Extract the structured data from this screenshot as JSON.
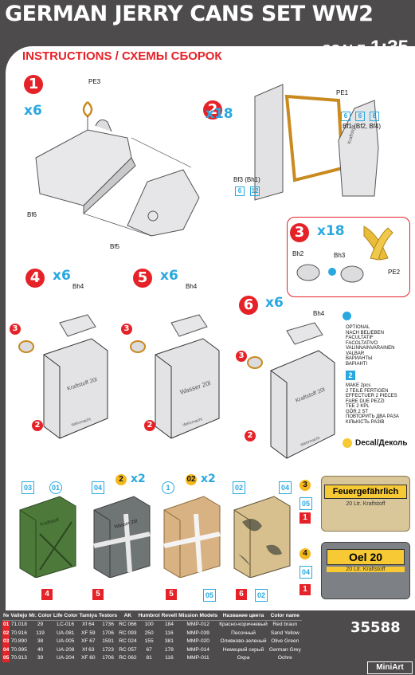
{
  "header": {
    "title": "GERMAN JERRY CANS SET WW2",
    "scale_label": "SCALE",
    "scale_value": "1:35"
  },
  "instructions": {
    "en": "INSTRUCTIONS",
    "separator": "/",
    "ru": "СХЕМЫ СБОРОК"
  },
  "steps": [
    {
      "num": "1",
      "qty": "x6",
      "parts": [
        "PE3",
        "Bf6",
        "Bf5"
      ]
    },
    {
      "num": "2",
      "qty": "x18",
      "parts": [
        "PE1",
        "Bf1 (Bf2, Bf4)",
        "Bf3 (Bh1)"
      ],
      "alt_counts": [
        "6",
        "6",
        "6",
        "6",
        "12"
      ]
    },
    {
      "num": "3",
      "qty": "x18",
      "parts": [
        "Bh2",
        "Bh3",
        "PE2"
      ]
    },
    {
      "num": "4",
      "qty": "x6",
      "parts": [
        "Bh4"
      ],
      "refs": [
        "3",
        "2"
      ]
    },
    {
      "num": "5",
      "qty": "x6",
      "parts": [
        "Bh4"
      ],
      "refs": [
        "3",
        "2"
      ]
    },
    {
      "num": "6",
      "qty": "x6",
      "parts": [
        "Bh4"
      ],
      "refs": [
        "3",
        "2"
      ]
    }
  ],
  "optional_text": [
    "OPTIONAL",
    "NACH BELIEBEN",
    "FACULTATIF",
    "FACOLTATIVO",
    "VALINNAINVARAINEN",
    "VALBAR",
    "ВАРИАНТЫ",
    "ВАРІАНТІ"
  ],
  "make_text": [
    "MAKE 2pcs",
    "2 TEILE FERTIGEN",
    "EFFECTUER 2 PIECES",
    "FARE DUE PEZZI",
    "TEE 2 KPL",
    "GÖR 2 ST",
    "ПОВТОРИТЬ ДВА РАЗА",
    "КІЛЬКІСТЬ РАЗІВ"
  ],
  "decal": {
    "label": "Decal/Деколь"
  },
  "can_texts": {
    "step4": "Kraftstoff 20l",
    "step5": "Wasser 20l",
    "step6": "Kraftstoff 20l",
    "wehrmacht": "Wehrmacht",
    "green_can": "Kraftstoff",
    "feuer": "Feuergefährlich",
    "feuer_sub": "20 Ltr. Kraftstoff",
    "oel": "Oel 20",
    "oel_sub": "20 Ltr. Kraftstoff"
  },
  "color_callouts": {
    "can1": [
      "03",
      "01",
      "4"
    ],
    "can2": [
      "04",
      "2",
      "x2",
      "5"
    ],
    "can3": [
      "02",
      "1",
      "x2",
      "5",
      "05"
    ],
    "can4": [
      "02",
      "04",
      "6",
      "02"
    ],
    "can5": [
      "3",
      "05",
      "1"
    ],
    "can6": [
      "4",
      "04",
      "1"
    ]
  },
  "colors": {
    "accent_red": "#e52228",
    "accent_blue": "#29a8e0",
    "decal_yellow": "#f7c934",
    "background": "#4d4b4b"
  },
  "paint_table": {
    "headers": [
      "№",
      "Vallejo",
      "Mr. Color",
      "Life Color",
      "Tamiya",
      "Testors",
      "AK",
      "Humbrol",
      "Revell",
      "Mission Models",
      "Название цвета",
      "Color name"
    ],
    "rows": [
      [
        "01",
        "71.018",
        "29",
        "LC-016",
        "Xf 64",
        "1736",
        "RC 066",
        "100",
        "184",
        "MMP-012",
        "Красно-коричневый",
        "Red braun"
      ],
      [
        "02",
        "70.916",
        "119",
        "UA-081",
        "XF 59",
        "1706",
        "RC 093",
        "250",
        "116",
        "MMP-039",
        "Песочный",
        "Sand Yellow"
      ],
      [
        "03",
        "70.890",
        "38",
        "UA-005",
        "XF 67",
        "1591",
        "RC 024",
        "155",
        "381",
        "MMP-020",
        "Оливково-зеленый",
        "Olive Green"
      ],
      [
        "04",
        "70.995",
        "40",
        "UA-208",
        "Xf 63",
        "1723",
        "RC 057",
        "67",
        "178",
        "MMP-014",
        "Немецкий серый",
        "German Grey"
      ],
      [
        "05",
        "70.913",
        "39",
        "UA-204",
        "XF 60",
        "1706",
        "RC 062",
        "81",
        "116",
        "MMP-011",
        "Охра",
        "Ochre"
      ]
    ]
  },
  "footer": {
    "kit_number": "35588",
    "brand": "MiniArt"
  }
}
